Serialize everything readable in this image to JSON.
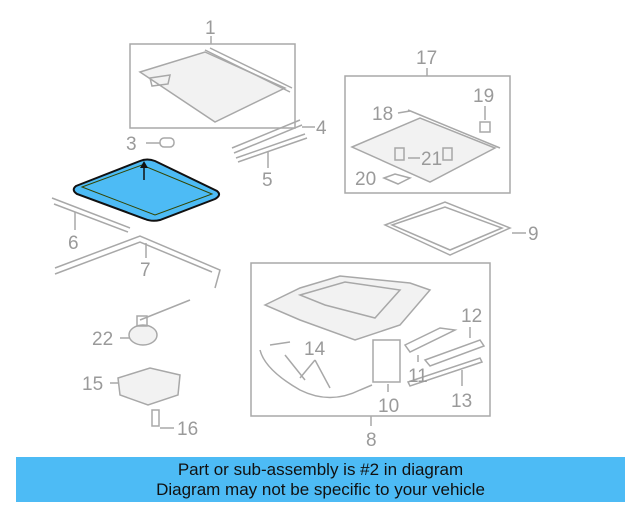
{
  "diagram": {
    "highlighted_part": "2",
    "highlight_color": "#4dbbf5",
    "labels": {
      "p1": "1",
      "p3": "3",
      "p4": "4",
      "p5": "5",
      "p6": "6",
      "p7": "7",
      "p8": "8",
      "p9": "9",
      "p10": "10",
      "p11": "11",
      "p12": "12",
      "p13": "13",
      "p14": "14",
      "p15": "15",
      "p16": "16",
      "p17": "17",
      "p18": "18",
      "p19": "19",
      "p20": "20",
      "p21": "21",
      "p22": "22"
    }
  },
  "banner": {
    "line1": "Part or sub-assembly is #2 in diagram",
    "line2": "Diagram may not be specific to your vehicle",
    "background": "#4dbbf5"
  }
}
